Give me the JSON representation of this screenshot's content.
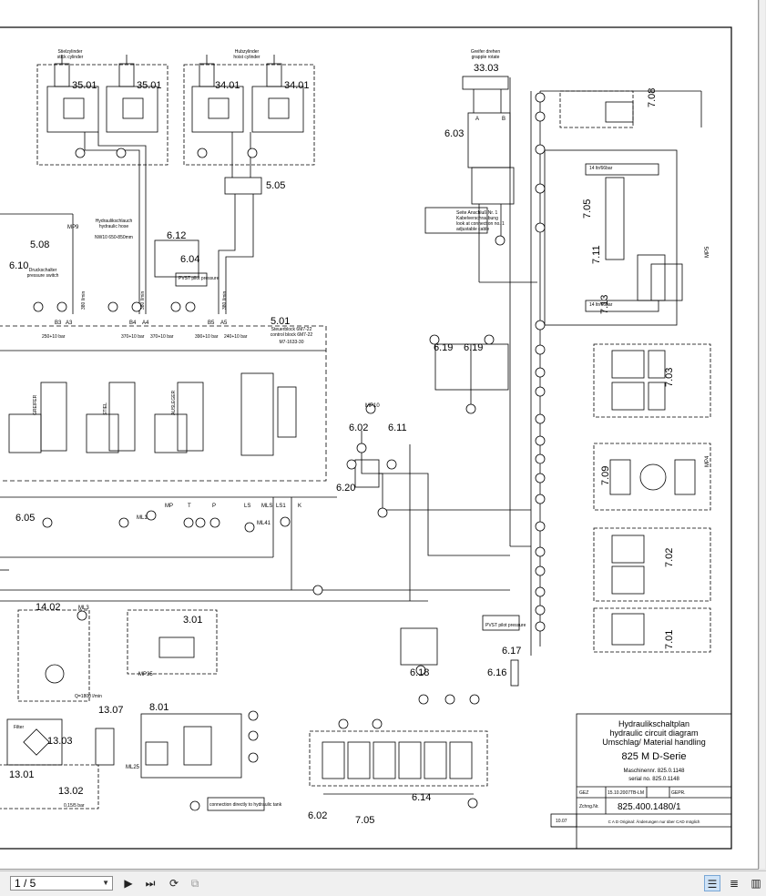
{
  "viewer": {
    "page_indicator": "1 / 5",
    "controls": {
      "next": "▶",
      "last": "⏭",
      "rotate": "⟳",
      "copy": "⧉",
      "view_single": "☰",
      "view_continuous": "≣",
      "view_facing": "▥"
    }
  },
  "title_block": {
    "title_de": "Hydraulikschaltplan",
    "title_en": "hydraulic circuit diagram",
    "subtitle": "Umschlag/ Material handling",
    "model": "825 M   D-Serie",
    "machine_no_label": "Maschinennr. 825.0.1148",
    "serial_no_label": "serial no. 825.0.1148",
    "gez_label": "GEZ",
    "date": "15.10.2007",
    "drawn_by": "TB-LM",
    "gepr_label": "GEPR.",
    "drawing_no_label": "Zchng.Nr.",
    "drawing_no": "825.400.1480/1",
    "rev": "10.07",
    "footer_note": "C A D Original: Änderungen nur über CAD möglich"
  },
  "labels": {
    "stick_cyl_de": "Stielzylinder",
    "stick_cyl_en": "stick cylinder",
    "hoist_cyl_de": "Hubzylinder",
    "hoist_cyl_en": "hoist cylinder",
    "grapple_de": "Greifer drehen",
    "grapple_en": "grapple rotate",
    "hose_de": "Hydraulikschlauch",
    "hose_en": "hydraulic hose",
    "hose_spec": "NW10 650-850mm",
    "pressure_switch_de": "Druckschalter",
    "pressure_switch_en": "pressure switch",
    "control_block_de": "Steuerblock 6M7-22",
    "control_block_en": "control block 6M7-22",
    "control_block_no": "M7-1633-30",
    "pilot_pressure_1": "PVST pilot pressure",
    "pilot_pressure_2": "PVST pilot pressure",
    "side_note_1": "Seite Anschluß Nr. 1",
    "side_note_2": "Kabelverschraubung",
    "side_note_3": "look at connection no. 1",
    "side_note_4": "adjustable cable",
    "filter": "Filter",
    "filter_bar": "0,15/5 bar",
    "flow": "Q=1800 l/min",
    "connection_note": "connection directly to hydraulic tank",
    "pressure_14_66": "14 ltr/66bar",
    "pressure_14_66b": "14 ltr/66bar",
    "greifer": "GREIFER",
    "stiel": "STIEL",
    "ausleger": "AUSLEGER"
  },
  "component_ids": {
    "c3501a": "35.01",
    "c3501b": "35.01",
    "c3401a": "34.01",
    "c3401b": "34.01",
    "c3303": "33.03",
    "c603": "6.03",
    "c505": "5.05",
    "c612": "6.12",
    "c604": "6.04",
    "c508": "5.08",
    "c610": "6.10",
    "c501": "5.01",
    "c708": "7.08",
    "c705": "7.05",
    "c711": "7.11",
    "c713": "7.13",
    "c703": "7.03",
    "c709": "7.09",
    "c702": "7.02",
    "c701": "7.01",
    "c619": "6.19",
    "c619b": "6.19",
    "c602": "6.02",
    "c611": "6.11",
    "c620": "6.20",
    "c605": "6.05",
    "c1402": "14.02",
    "c301": "3.01",
    "c801": "8.01",
    "c618": "6.18",
    "c617": "6.17",
    "c616": "6.16",
    "c1307": "13.07",
    "c1303": "13.03",
    "c1301": "13.01",
    "c1302": "13.02",
    "c614": "6.14",
    "c602b": "6.02",
    "c705b": "7.05"
  },
  "port_labels": {
    "mp9": "MP9",
    "mp10": "MP10",
    "mp35": "MP35",
    "mp4": "MP4",
    "mp5": "MP5",
    "ml1": "ML1",
    "ml41": "ML41",
    "ml25": "ML25",
    "ml3": "ML3",
    "mp": "MP",
    "ls": "LS",
    "mls": "MLS",
    "ls1": "LS1",
    "k": "K",
    "p": "P",
    "t": "T",
    "a": "A",
    "b": "B",
    "b3": "B3",
    "a3": "A3",
    "b4": "B4",
    "a4": "A4",
    "b5": "B5",
    "a5": "A5"
  },
  "settings": {
    "s1": "250+10 bar",
    "s2": "370+10 bar",
    "s3": "370+10 bar",
    "s4": "390+10 bar",
    "s5": "240+10 bar",
    "s6": "380 l/min",
    "s7": "380 l/min",
    "s8": "380 l/min"
  },
  "colors": {
    "line": "#000000",
    "page": "#ffffff",
    "viewer_bg": "#e6e6e6"
  }
}
